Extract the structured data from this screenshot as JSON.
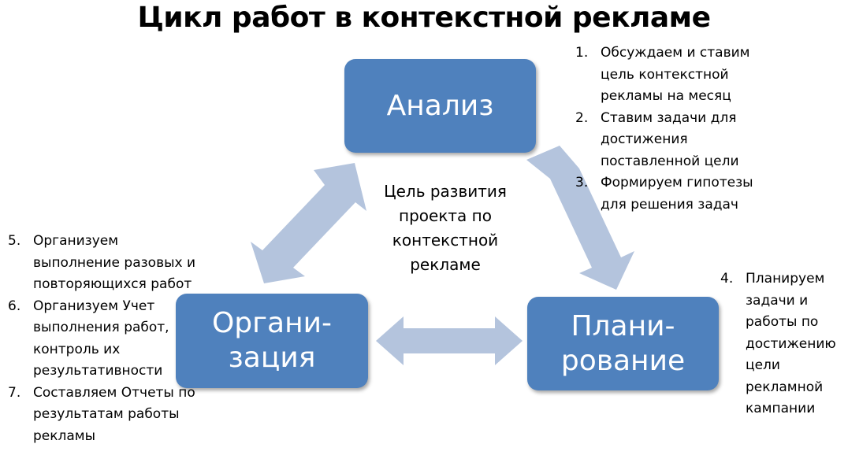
{
  "title": "Цикл работ в контекстной рекламе",
  "center_text": "Цель развития\nпроекта  по\nконтекстной\nрекламе",
  "nodes": {
    "analysis": "Анализ",
    "organization": "Органи-\nзация",
    "planning": "Плани-\nрование"
  },
  "colors": {
    "box": "#4f81bd",
    "arrow": "#b4c4dd"
  },
  "lists": {
    "analysis": [
      {
        "num": "1.",
        "text": "Обсуждаем и ставим\nцель контекстной\nрекламы на месяц"
      },
      {
        "num": "2.",
        "text": "Ставим задачи для\nдостижения\nпоставленной цели"
      },
      {
        "num": "3.",
        "text": "Формируем гипотезы\nдля решения задач"
      }
    ],
    "planning": [
      {
        "num": "4.",
        "text": "Планируем\nзадачи и\nработы по\nдостижению\nцели\nрекламной\nкампании"
      }
    ],
    "organization": [
      {
        "num": "5.",
        "text": "Организуем\nвыполнение разовых и\nповторяющихся работ"
      },
      {
        "num": "6.",
        "text": "Организуем  Учет\nвыполнения работ,\nконтроль их\nрезультативности"
      },
      {
        "num": "7.",
        "text": "Составляем Отчеты по\nрезультатам работы\nрекламы"
      }
    ]
  }
}
